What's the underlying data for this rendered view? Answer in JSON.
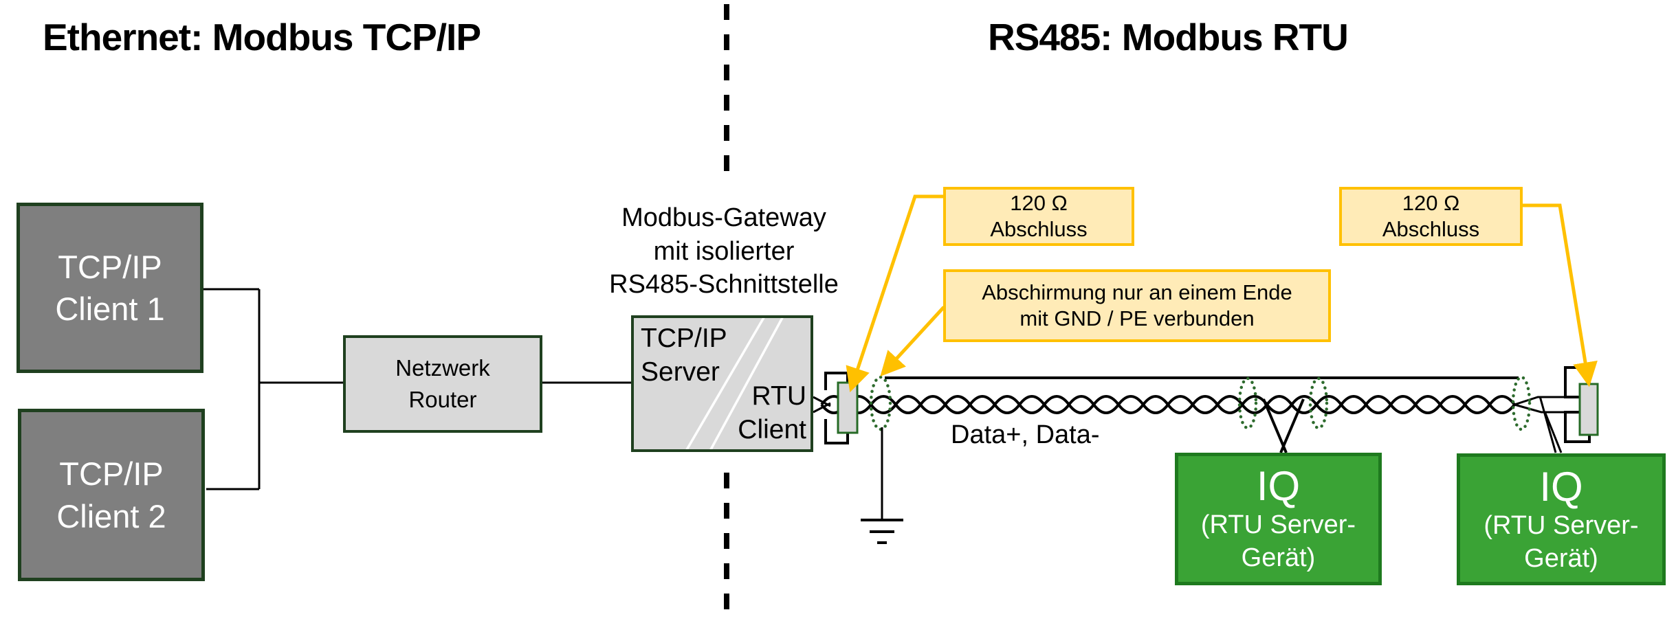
{
  "titles": {
    "left": "Ethernet: Modbus TCP/IP",
    "right": "RS485: Modbus RTU"
  },
  "clients": [
    {
      "lines": [
        "TCP/IP",
        "Client 1"
      ]
    },
    {
      "lines": [
        "TCP/IP",
        "Client 2"
      ]
    }
  ],
  "router": {
    "lines": [
      "Netzwerk",
      "Router"
    ]
  },
  "gateway": {
    "label_lines": [
      "Modbus-Gateway",
      "mit isolierter",
      "RS485-Schnittstelle"
    ],
    "server_lines": [
      "TCP/IP",
      "Server"
    ],
    "client_lines": [
      "RTU",
      "Client"
    ]
  },
  "notes": {
    "termination_left": {
      "lines": [
        "120 Ω",
        "Abschluss"
      ]
    },
    "termination_right": {
      "lines": [
        "120 Ω",
        "Abschluss"
      ]
    },
    "shield": {
      "lines": [
        "Abschirmung nur an einem Ende",
        "mit GND / PE verbunden"
      ]
    }
  },
  "bus": {
    "data_label": "Data+, Data-"
  },
  "devices": [
    {
      "title": "IQ",
      "subtitle_lines": [
        "(RTU Server-",
        "Gerät)"
      ]
    },
    {
      "title": "IQ",
      "subtitle_lines": [
        "(RTU Server-",
        "Gerät)"
      ]
    }
  ],
  "colors": {
    "accent_yellow": "#FFC000",
    "note_fill": "#FFEBB7",
    "device_green": "#3AA335",
    "device_green_border": "#1E7A1E",
    "client_gray": "#7F7F7F",
    "panel_gray": "#D9D9D9",
    "dark_green_border": "#1F401F",
    "resistor_border": "#266B26",
    "shield_green": "#2D6B2D",
    "wire_black": "#000000"
  }
}
